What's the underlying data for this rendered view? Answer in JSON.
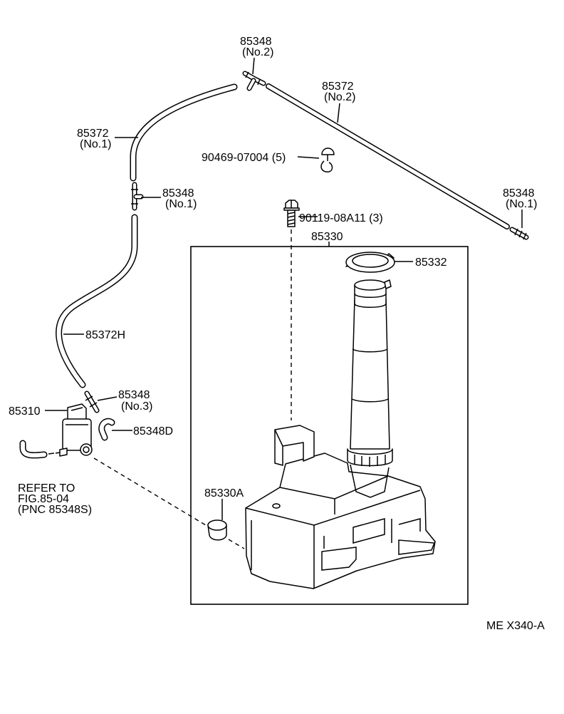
{
  "labels": {
    "joint_no2_top": {
      "part": "85348",
      "note": "(No.2)"
    },
    "hose_no2": {
      "part": "85372",
      "note": "(No.2)"
    },
    "hose_no1": {
      "part": "85372",
      "note": "(No.1)"
    },
    "clip": "90469-07004 (5)",
    "joint_no1_left": {
      "part": "85348",
      "note": "(No.1)"
    },
    "joint_no1_right": {
      "part": "85348",
      "note": "(No.1)"
    },
    "bolt": "90119-08A11 (3)",
    "tank_assy": "85330",
    "cap": "85332",
    "hose_h": "85372H",
    "joint_no3": {
      "part": "85348",
      "note": "(No.3)"
    },
    "motor_pump": "85310",
    "hose_d": "85348D",
    "grommet": "85330A",
    "refer": {
      "line1": "REFER TO",
      "line2": "FIG.85-04",
      "line3": "(PNC 85348S)"
    },
    "figure_code": "ME X340-A"
  }
}
